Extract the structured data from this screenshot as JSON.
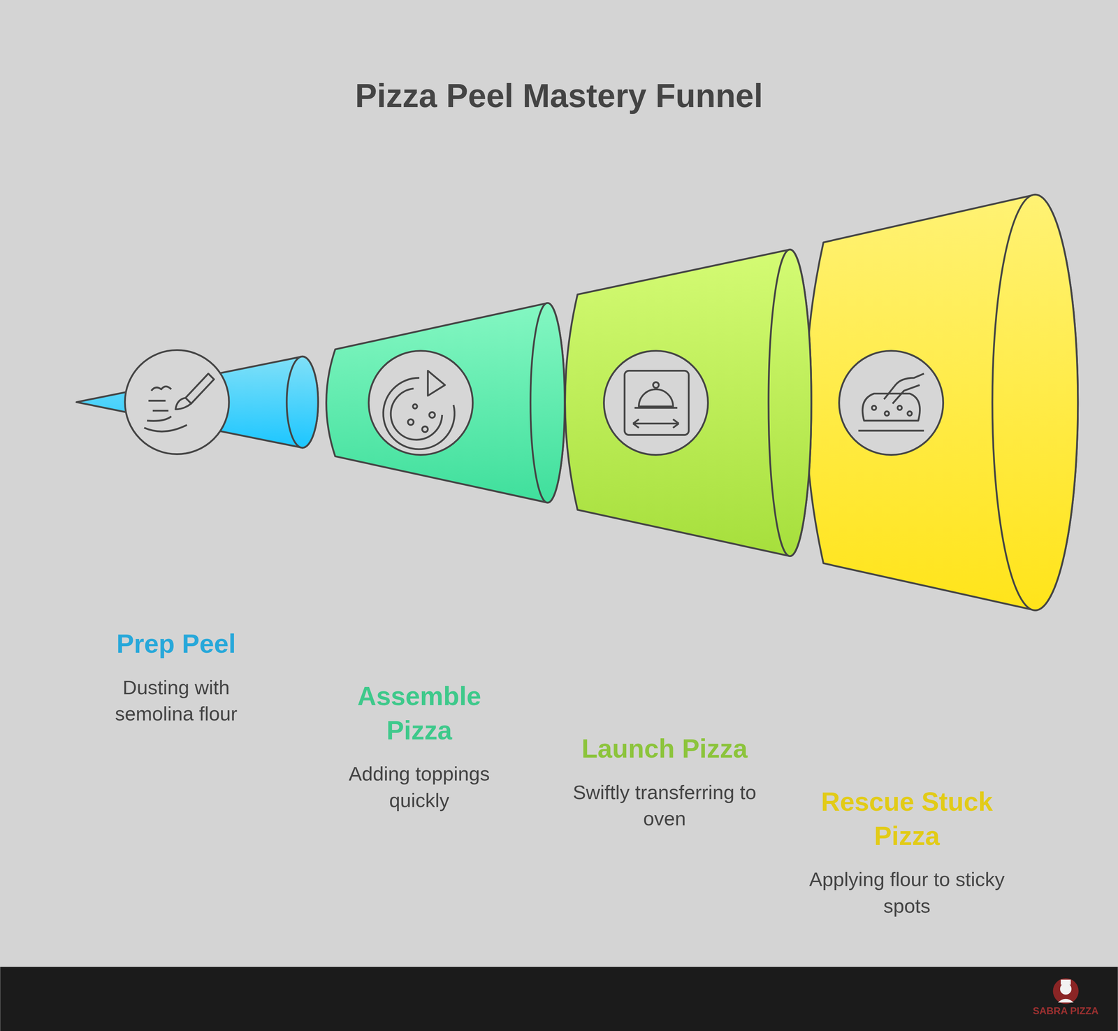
{
  "diagram": {
    "title": "Pizza Peel Mastery Funnel",
    "nodes": [
      {
        "text": [
          "Prep Peel",
          "Dusting with semolina flour"
        ]
      },
      {
        "text": [
          "Assemble Pizza",
          "Adding toppings quickly"
        ]
      },
      {
        "text": [
          "Launch Pizza",
          "Swiftly transferring to oven"
        ]
      },
      {
        "text": [
          "Rescue Stuck Pizza",
          "Applying flour to sticky spots"
        ]
      }
    ],
    "labels": [
      "SABRA PIZZA"
    ]
  }
}
